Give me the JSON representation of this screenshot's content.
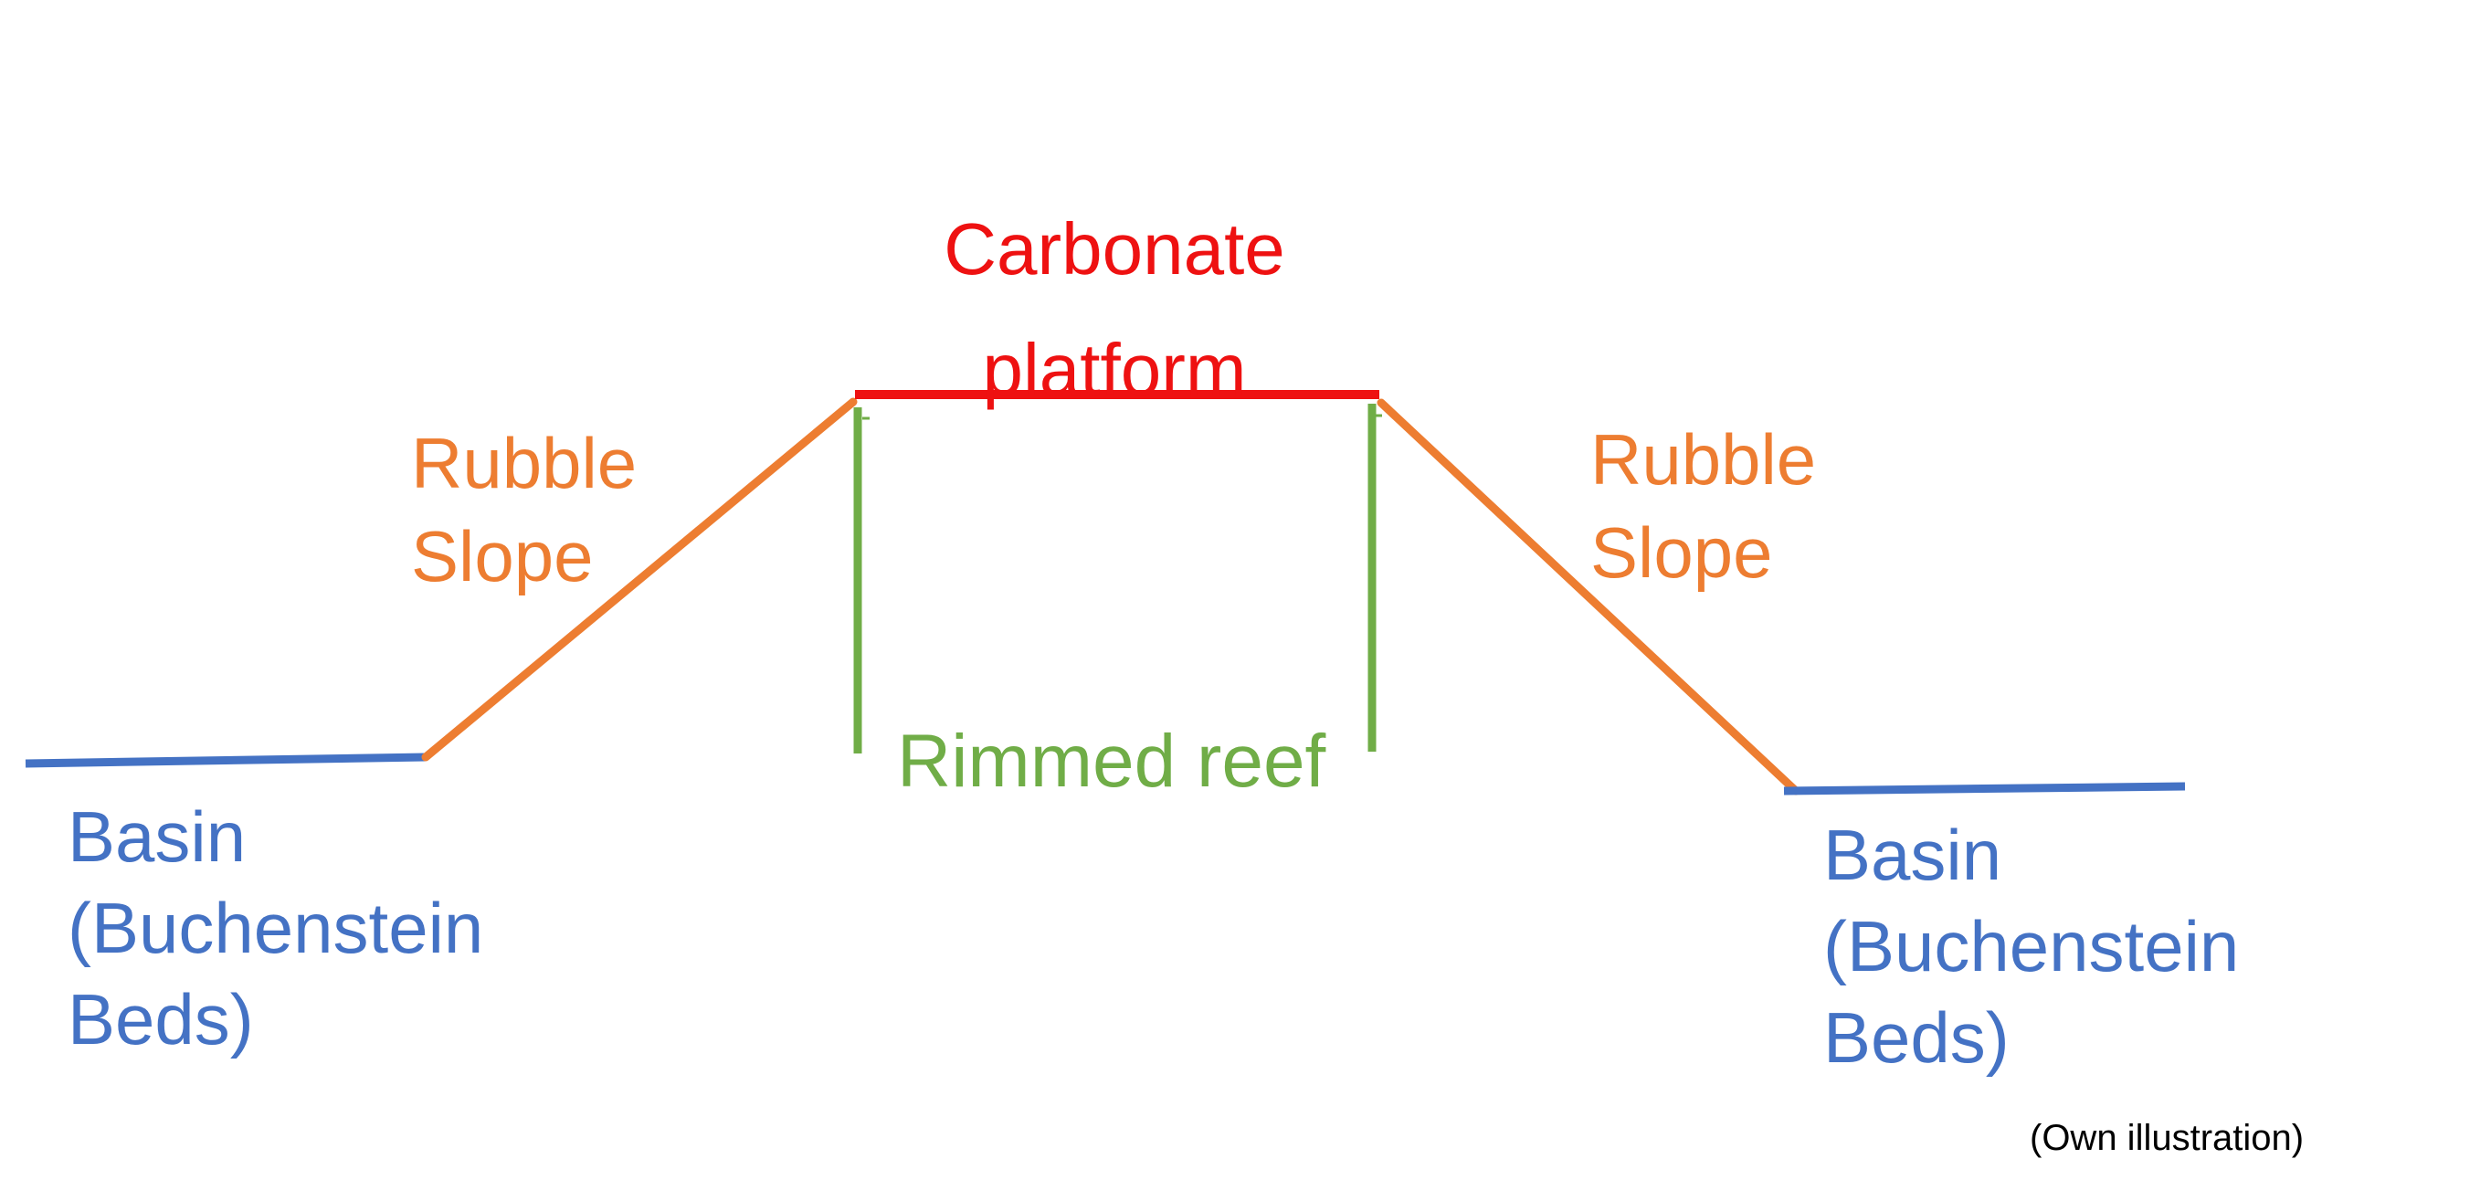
{
  "colors": {
    "platform": "#ee1111",
    "slope": "#ed7d31",
    "reef": "#70ad47",
    "basin": "#4472c4",
    "note": "#000000"
  },
  "labels": {
    "platform": [
      "Carbonate",
      "platform"
    ],
    "left_slope": [
      "Rubble",
      "Slope"
    ],
    "right_slope": [
      "Rubble",
      "Slope"
    ],
    "reef": "Rimmed reef",
    "left_basin": [
      "Basin",
      "(Buchenstein",
      "Beds)"
    ],
    "right_basin": [
      "Basin",
      "(Buchenstein",
      "Beds)"
    ],
    "source_note": "(Own illustration)"
  }
}
